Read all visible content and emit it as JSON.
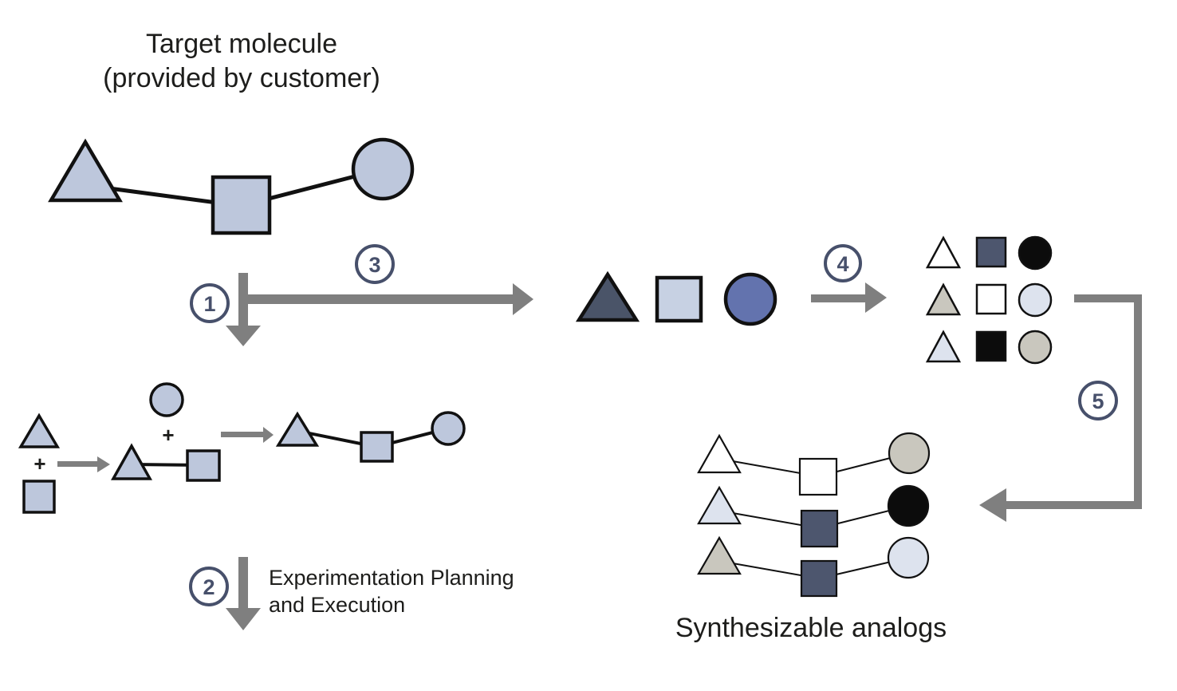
{
  "palette": {
    "text": "#1d1d1b",
    "arrow_gray": "#7f7f7f",
    "badge_slate": "#47506b",
    "white": "#ffffff",
    "black": "#0c0c0c",
    "periwinkle": "#bdc7dc",
    "periwinkle_light": "#c7d1e3",
    "slate_dark": "#4a5468",
    "slate_square": "#4d566e",
    "blue_circle": "#6373ae",
    "tan": "#c9c7be",
    "lavender": "#dde3ee"
  },
  "title": {
    "line1": "Target molecule",
    "line2": "(provided by customer)"
  },
  "steps": [
    "1",
    "2",
    "3",
    "4",
    "5"
  ],
  "labels": {
    "plus": "+",
    "experimentation_line1": "Experimentation Planning",
    "experimentation_line2": "and Execution",
    "synthesizable": "Synthesizable analogs"
  },
  "figure": {
    "target_molecule": [
      "periwinkle-triangle",
      "periwinkle-square",
      "periwinkle-circle"
    ],
    "retrosynthesis_route": {
      "reagents": [
        "periwinkle-triangle",
        "periwinkle-square"
      ],
      "intermediate": [
        "triangle-square-fragment",
        "periwinkle-circle"
      ],
      "product": [
        "triangle",
        "square",
        "circle"
      ]
    },
    "building_blocks": [
      "dark-slate-triangle",
      "light-periwinkle-square",
      "blue-circle"
    ],
    "substituent_grid_rows": [
      [
        "white-triangle",
        "slate-square",
        "black-circle"
      ],
      [
        "tan-triangle",
        "white-square",
        "lavender-circle"
      ],
      [
        "lavender-triangle",
        "black-square",
        "tan-circle"
      ]
    ],
    "analogs": [
      [
        "white-triangle",
        "white-square",
        "tan-circle"
      ],
      [
        "lavender-triangle",
        "slate-square",
        "black-circle"
      ],
      [
        "tan-triangle",
        "slate-square",
        "lavender-circle"
      ]
    ]
  }
}
